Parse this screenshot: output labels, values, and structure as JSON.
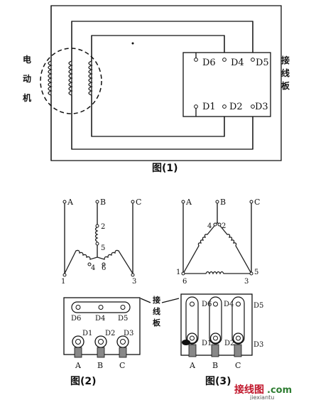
{
  "motor_label": [
    "电",
    "动",
    "机"
  ],
  "board_label": [
    "接",
    "线",
    "板"
  ],
  "fig1": {
    "terminals_top": [
      "D6",
      "D4",
      "D5"
    ],
    "terminals_bottom": [
      "D1",
      "D2",
      "D3"
    ],
    "caption": "图(1)"
  },
  "fig2": {
    "lines": [
      "A",
      "B",
      "C"
    ],
    "nodes": [
      "2",
      "5",
      "4",
      "6",
      "1",
      "3"
    ],
    "terminals_top": [
      "D6",
      "D4",
      "D5"
    ],
    "terminals_bottom": [
      "D1",
      "D2",
      "D3"
    ],
    "bottom_lines": [
      "A",
      "B",
      "C"
    ],
    "caption": "图(2)"
  },
  "fig3": {
    "lines": [
      "A",
      "B",
      "C"
    ],
    "nodes": [
      "4",
      "2",
      "1",
      "6",
      "3",
      "5"
    ],
    "terminals_top": [
      "D6",
      "D4",
      "D5"
    ],
    "terminals_bottom": [
      "D1",
      "D2",
      "D3"
    ],
    "bottom_lines": [
      "A",
      "B",
      "C"
    ],
    "caption": "图(3)"
  },
  "watermark": {
    "text": "接线图",
    "domain": ".com",
    "url": "jiexiantu"
  },
  "colors": {
    "line": "#111111",
    "watermark_red": "#c0152a",
    "watermark_green": "#2e7d32"
  }
}
